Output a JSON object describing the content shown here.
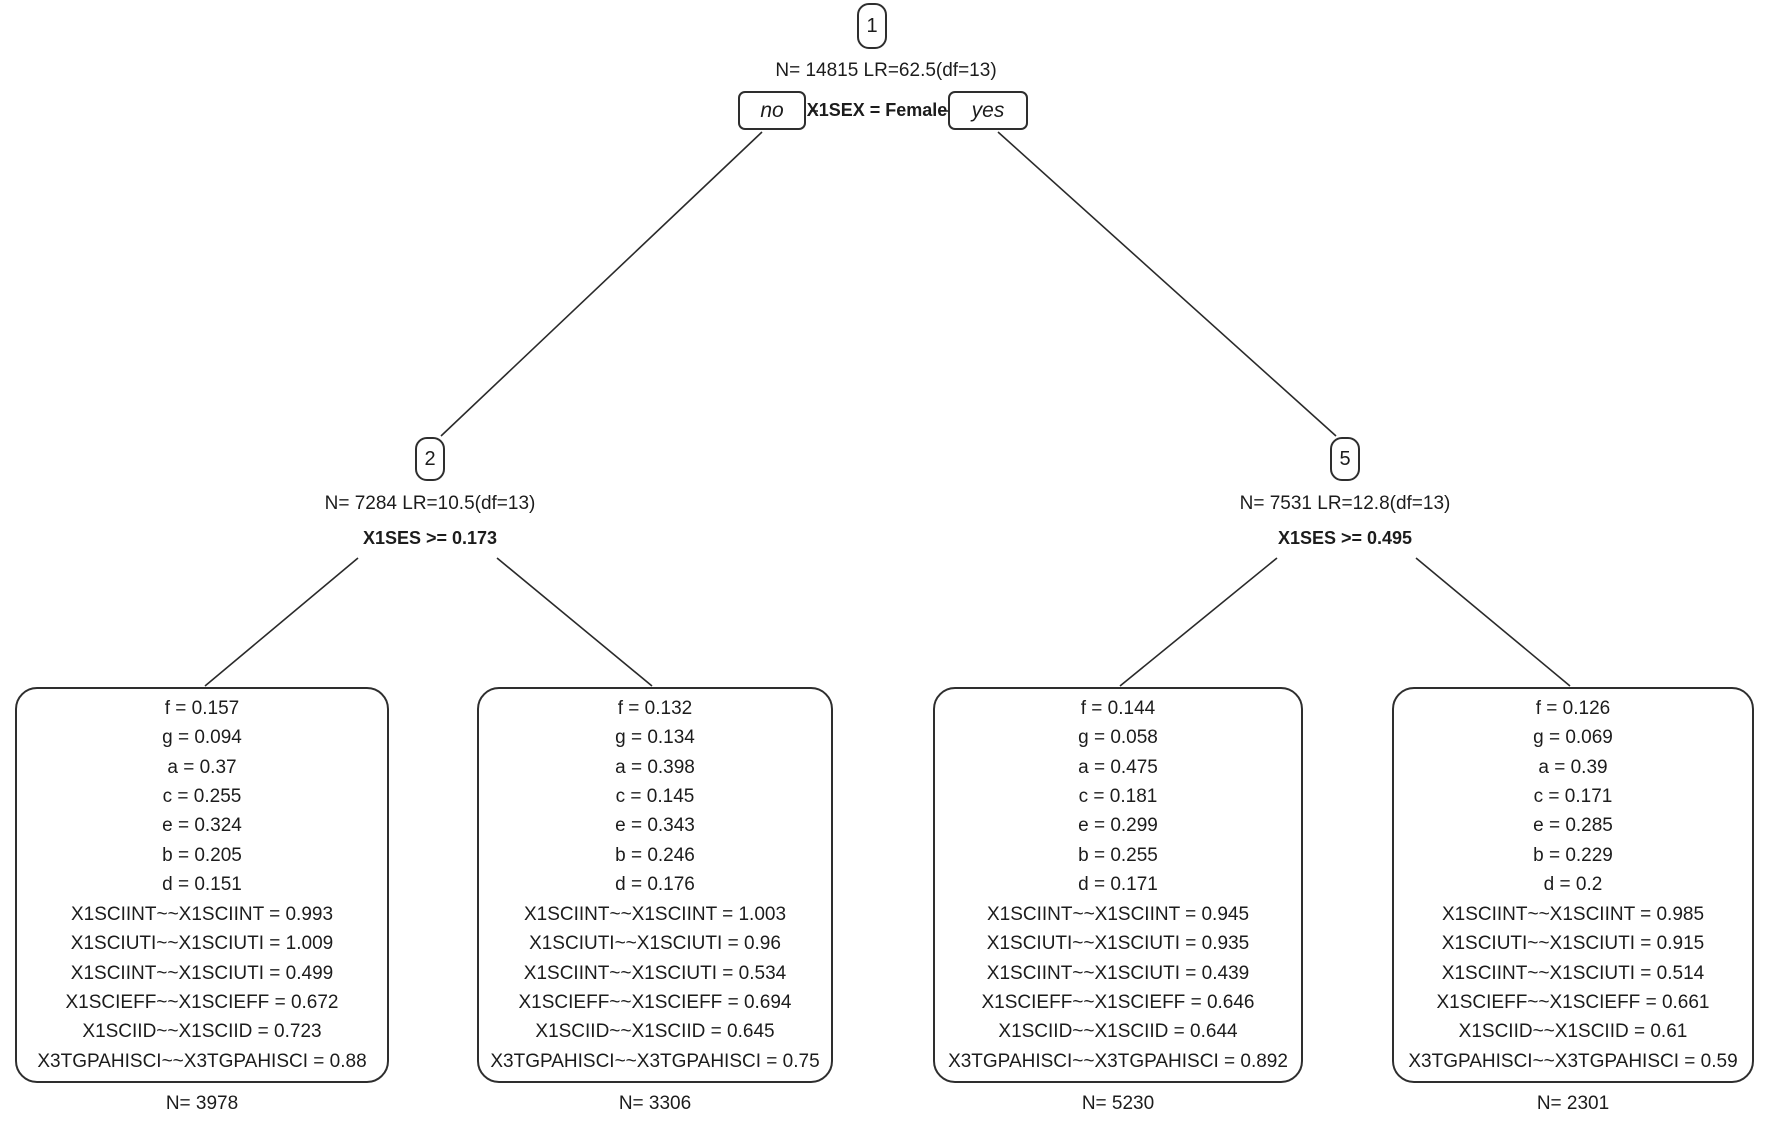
{
  "colors": {
    "ink": "#1c1c1c",
    "line": "#2a2a2a",
    "background": "#ffffff"
  },
  "root": {
    "id": "1",
    "stats": "N= 14815 LR=62.5(df=13)",
    "split_label": "X1SEX = Female",
    "no_label": "no",
    "yes_label": "yes"
  },
  "node2": {
    "id": "2",
    "stats": "N= 7284 LR=10.5(df=13)",
    "split_label": "X1SES >= 0.173"
  },
  "node5": {
    "id": "5",
    "stats": "N= 7531 LR=12.8(df=13)",
    "split_label": "X1SES >= 0.495"
  },
  "leaves": [
    {
      "lines": [
        "f = 0.157",
        "g = 0.094",
        "a = 0.37",
        "c = 0.255",
        "e = 0.324",
        "b = 0.205",
        "d = 0.151",
        "X1SCIINT~~X1SCIINT = 0.993",
        "X1SCIUTI~~X1SCIUTI = 1.009",
        "X1SCIINT~~X1SCIUTI = 0.499",
        "X1SCIEFF~~X1SCIEFF = 0.672",
        "X1SCIID~~X1SCIID = 0.723",
        "X3TGPAHISCI~~X3TGPAHISCI = 0.88"
      ],
      "n_label": "N= 3978"
    },
    {
      "lines": [
        "f = 0.132",
        "g = 0.134",
        "a = 0.398",
        "c = 0.145",
        "e = 0.343",
        "b = 0.246",
        "d = 0.176",
        "X1SCIINT~~X1SCIINT = 1.003",
        "X1SCIUTI~~X1SCIUTI = 0.96",
        "X1SCIINT~~X1SCIUTI = 0.534",
        "X1SCIEFF~~X1SCIEFF = 0.694",
        "X1SCIID~~X1SCIID = 0.645",
        "X3TGPAHISCI~~X3TGPAHISCI = 0.75"
      ],
      "n_label": "N= 3306"
    },
    {
      "lines": [
        "f = 0.144",
        "g = 0.058",
        "a = 0.475",
        "c = 0.181",
        "e = 0.299",
        "b = 0.255",
        "d = 0.171",
        "X1SCIINT~~X1SCIINT = 0.945",
        "X1SCIUTI~~X1SCIUTI = 0.935",
        "X1SCIINT~~X1SCIUTI = 0.439",
        "X1SCIEFF~~X1SCIEFF = 0.646",
        "X1SCIID~~X1SCIID = 0.644",
        "X3TGPAHISCI~~X3TGPAHISCI = 0.892"
      ],
      "n_label": "N= 5230"
    },
    {
      "lines": [
        "f = 0.126",
        "g = 0.069",
        "a = 0.39",
        "c = 0.171",
        "e = 0.285",
        "b = 0.229",
        "d = 0.2",
        "X1SCIINT~~X1SCIINT = 0.985",
        "X1SCIUTI~~X1SCIUTI = 0.915",
        "X1SCIINT~~X1SCIUTI = 0.514",
        "X1SCIEFF~~X1SCIEFF = 0.661",
        "X1SCIID~~X1SCIID = 0.61",
        "X3TGPAHISCI~~X3TGPAHISCI = 0.59"
      ],
      "n_label": "N= 2301"
    }
  ]
}
